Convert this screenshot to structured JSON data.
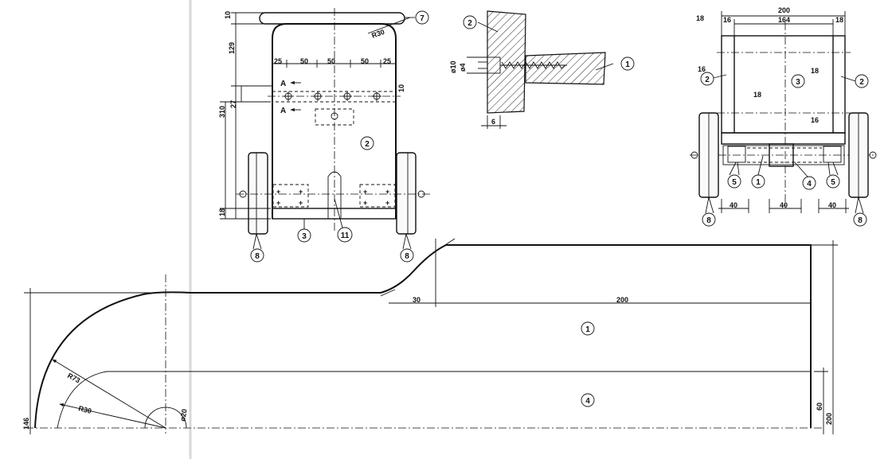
{
  "front_view": {
    "handle_dims": [
      "10",
      "129"
    ],
    "height_dims": [
      "310",
      "27",
      "18"
    ],
    "radius": "R30",
    "spacing_dims": [
      "25",
      "50",
      "50",
      "50",
      "25"
    ],
    "bar_dim": "10",
    "section_marks": [
      "A",
      "A"
    ],
    "parts": [
      "7",
      "2",
      "3",
      "11",
      "8",
      "8"
    ]
  },
  "detail_view": {
    "dims": [
      "ø10",
      "ø4",
      "6"
    ],
    "parts": [
      "2",
      "1"
    ]
  },
  "top_view": {
    "top_dims": [
      "200",
      "164",
      "16",
      "18"
    ],
    "left_dims": [
      "18",
      "16"
    ],
    "inner_dims": [
      "18",
      "18",
      "16"
    ],
    "bottom_dims": [
      "40",
      "40",
      "40"
    ],
    "parts": [
      "2",
      "3",
      "2",
      "5",
      "1",
      "4",
      "5",
      "8",
      "8"
    ]
  },
  "profile_view": {
    "radii": [
      "R73",
      "R30"
    ],
    "hole": "ø20",
    "dims": [
      "30",
      "200",
      "146",
      "60",
      "200"
    ],
    "parts": [
      "1",
      "4"
    ]
  }
}
